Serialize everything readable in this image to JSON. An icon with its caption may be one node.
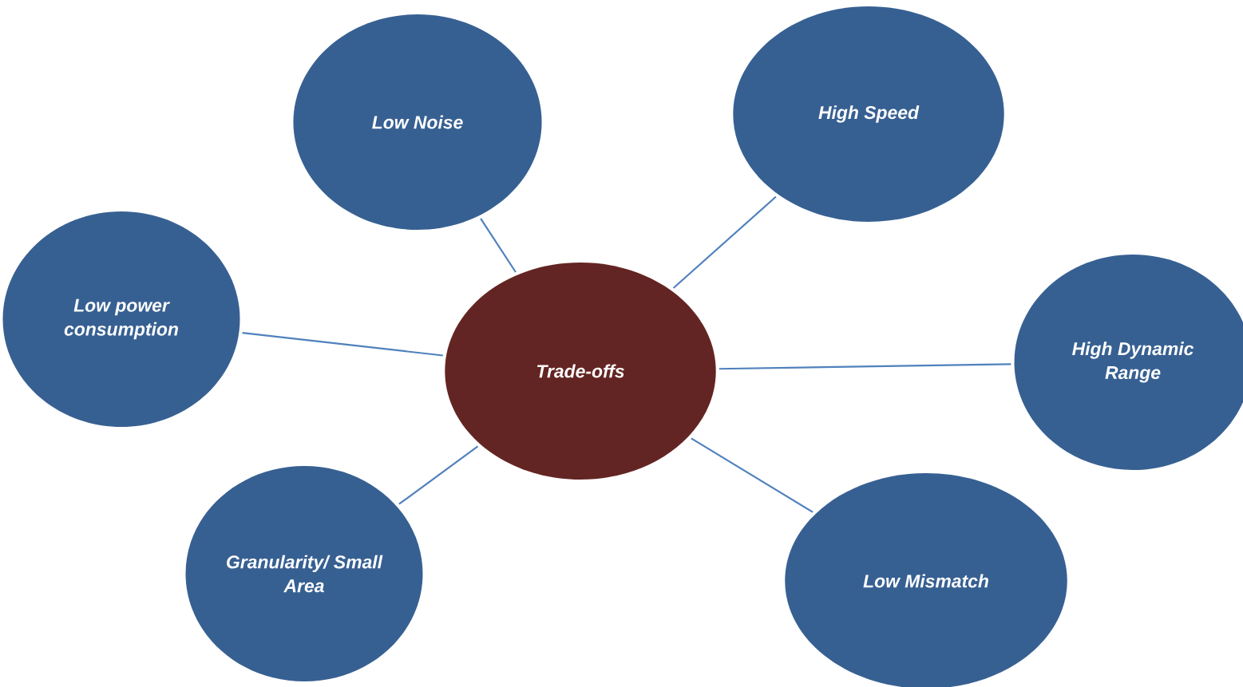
{
  "diagram": {
    "nodes": [
      {
        "text": [
          "Low Noise"
        ]
      },
      {
        "text": [
          "High Speed"
        ]
      },
      {
        "text": [
          "Low power consumption"
        ]
      },
      {
        "text": [
          "Trade-offs"
        ]
      },
      {
        "text": [
          "High Dynamic Range"
        ]
      },
      {
        "text": [
          "Granularity/ Small Area"
        ]
      },
      {
        "text": [
          "Low Mismatch"
        ]
      }
    ],
    "edges": [
      {
        "from": 3,
        "to": 0,
        "arrow": "none"
      },
      {
        "from": 3,
        "to": 1,
        "arrow": "none"
      },
      {
        "from": 3,
        "to": 2,
        "arrow": "none"
      },
      {
        "from": 3,
        "to": 4,
        "arrow": "none"
      },
      {
        "from": 3,
        "to": 5,
        "arrow": "none"
      },
      {
        "from": 3,
        "to": 6,
        "arrow": "none"
      }
    ]
  }
}
